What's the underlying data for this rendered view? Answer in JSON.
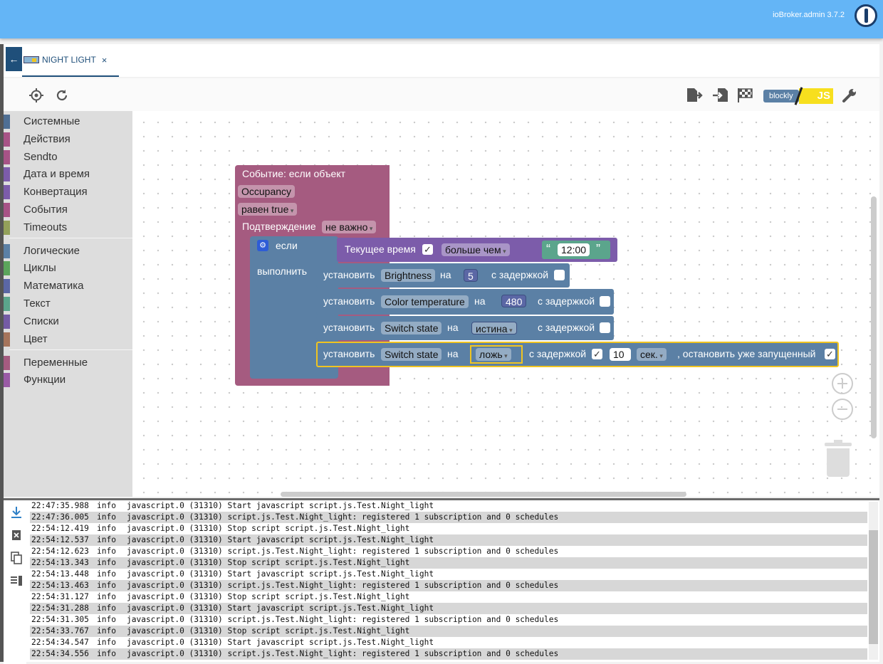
{
  "header": {
    "version": "ioBroker.admin 3.7.2"
  },
  "tab": {
    "label": "NIGHT LIGHT",
    "close": "×"
  },
  "toolbox": {
    "categories": [
      {
        "label": "Системные",
        "color": "#4f6f94"
      },
      {
        "label": "Действия",
        "color": "#a75386"
      },
      {
        "label": "Sendto",
        "color": "#a75386"
      },
      {
        "label": "Дата и время",
        "color": "#7c5caa"
      },
      {
        "label": "Конвертация",
        "color": "#7c5caa"
      },
      {
        "label": "События",
        "color": "#a75386"
      },
      {
        "label": "Timeouts",
        "color": "#93a05a"
      },
      {
        "label": "Логические",
        "color": "#5b80a5"
      },
      {
        "label": "Циклы",
        "color": "#5ba55b"
      },
      {
        "label": "Математика",
        "color": "#5b67a5"
      },
      {
        "label": "Текст",
        "color": "#5ba58c"
      },
      {
        "label": "Списки",
        "color": "#745ba5"
      },
      {
        "label": "Цвет",
        "color": "#a5745b"
      },
      {
        "label": "Переменные",
        "color": "#a55b80"
      },
      {
        "label": "Функции",
        "color": "#995ba5"
      }
    ]
  },
  "blocks": {
    "event": {
      "title": "Событие: если объект",
      "object": "Occupancy",
      "condition": "равен true",
      "ack_label": "Подтверждение",
      "ack_value": "не важно",
      "color": "#a55b80"
    },
    "if": {
      "if_label": "если",
      "do_label": "выполнить",
      "color": "#5b80a5"
    },
    "time": {
      "label": "Текущее время",
      "operator": "больше чем",
      "value": "12:00",
      "quote_open": "“",
      "quote_close": "”",
      "color": "#7c5caa"
    },
    "set1": {
      "label": "установить",
      "object": "Brightness",
      "on": "на",
      "value": "5",
      "delay_label": "с задержкой"
    },
    "set2": {
      "label": "установить",
      "object": "Color temperature",
      "on": "на",
      "value": "480",
      "delay_label": "с задержкой"
    },
    "set3": {
      "label": "установить",
      "object": "Switch state",
      "on": "на",
      "value": "истина",
      "delay_label": "с задержкой"
    },
    "set4": {
      "label": "установить",
      "object": "Switch state",
      "on": "на",
      "value": "ложь",
      "delay_label": "с задержкой",
      "delay_value": "10",
      "unit": "сек.",
      "stop_label": ", остановить уже запущенный"
    }
  },
  "toolbar": {
    "blockly_label": "blockly",
    "js_label": "JS",
    "check": "✓"
  },
  "log": {
    "rows": [
      {
        "time": "22:47:35.988",
        "sev": "info",
        "msg": "javascript.0 (31310) Start javascript script.js.Test.Night_light"
      },
      {
        "time": "22:47:36.005",
        "sev": "info",
        "msg": "javascript.0 (31310) script.js.Test.Night_light: registered 1 subscription and 0 schedules"
      },
      {
        "time": "22:54:12.419",
        "sev": "info",
        "msg": "javascript.0 (31310) Stop script script.js.Test.Night_light"
      },
      {
        "time": "22:54:12.537",
        "sev": "info",
        "msg": "javascript.0 (31310) Start javascript script.js.Test.Night_light"
      },
      {
        "time": "22:54:12.623",
        "sev": "info",
        "msg": "javascript.0 (31310) script.js.Test.Night_light: registered 1 subscription and 0 schedules"
      },
      {
        "time": "22:54:13.343",
        "sev": "info",
        "msg": "javascript.0 (31310) Stop script script.js.Test.Night_light"
      },
      {
        "time": "22:54:13.448",
        "sev": "info",
        "msg": "javascript.0 (31310) Start javascript script.js.Test.Night_light"
      },
      {
        "time": "22:54:13.463",
        "sev": "info",
        "msg": "javascript.0 (31310) script.js.Test.Night_light: registered 1 subscription and 0 schedules"
      },
      {
        "time": "22:54:31.127",
        "sev": "info",
        "msg": "javascript.0 (31310) Stop script script.js.Test.Night_light"
      },
      {
        "time": "22:54:31.288",
        "sev": "info",
        "msg": "javascript.0 (31310) Start javascript script.js.Test.Night_light"
      },
      {
        "time": "22:54:31.305",
        "sev": "info",
        "msg": "javascript.0 (31310) script.js.Test.Night_light: registered 1 subscription and 0 schedules"
      },
      {
        "time": "22:54:33.767",
        "sev": "info",
        "msg": "javascript.0 (31310) Stop script script.js.Test.Night_light"
      },
      {
        "time": "22:54:34.547",
        "sev": "info",
        "msg": "javascript.0 (31310) Start javascript script.js.Test.Night_light"
      },
      {
        "time": "22:54:34.556",
        "sev": "info",
        "msg": "javascript.0 (31310) script.js.Test.Night_light: registered 1 subscription and 0 schedules"
      }
    ]
  }
}
